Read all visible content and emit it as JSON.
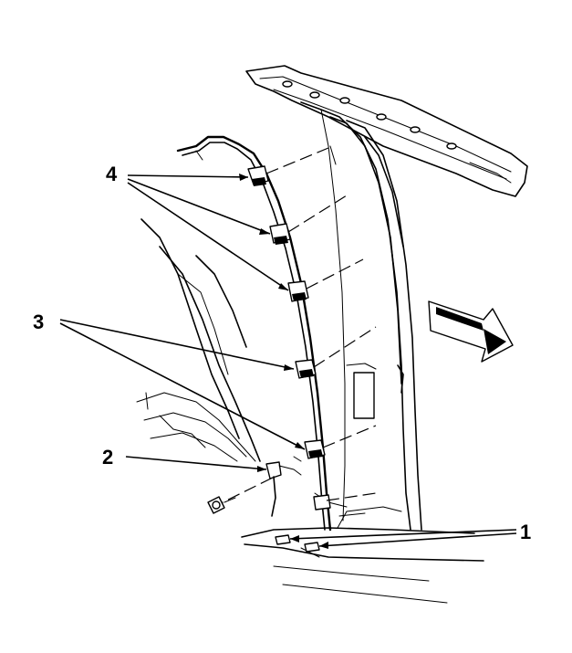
{
  "callouts": {
    "c1": "1",
    "c2": "2",
    "c3": "3",
    "c4": "4"
  },
  "icons": {
    "direction_arrow": "forward-direction-arrow-icon",
    "bolt": "bolt-icon"
  }
}
